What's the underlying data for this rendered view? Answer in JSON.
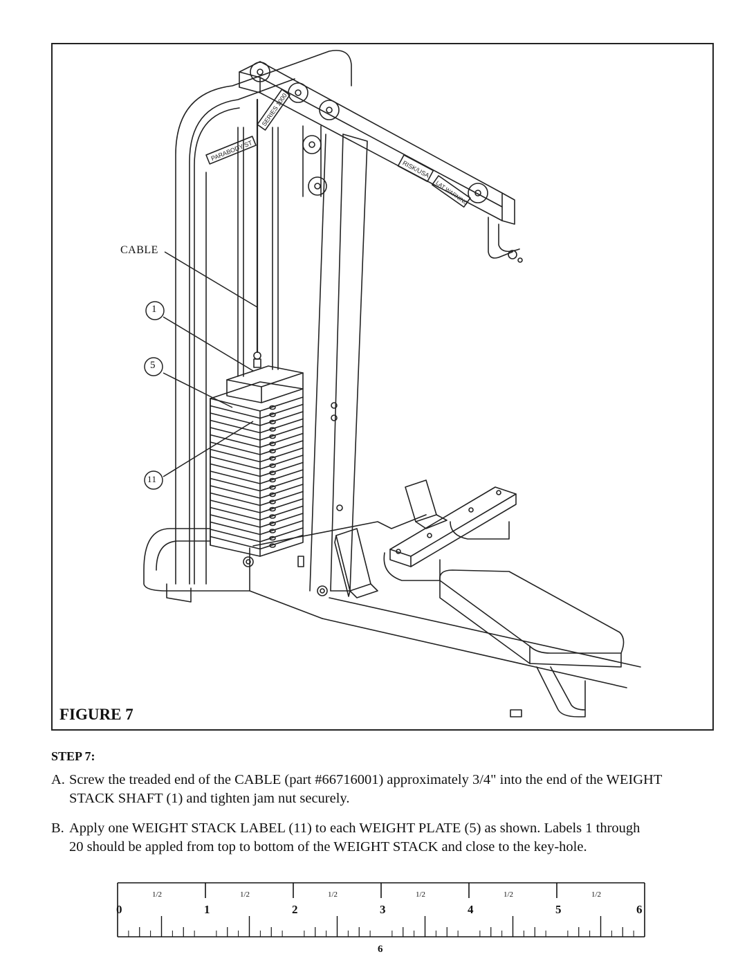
{
  "figure": {
    "caption": "FIGURE 7",
    "callouts": {
      "cable": "CABLE",
      "part_1": "1",
      "part_5": "5",
      "part_11": "11"
    },
    "frame_labels": [
      "PARABODY ST",
      "SERIES 1000",
      "RISK/USA",
      "LAT WARNING"
    ]
  },
  "step": {
    "heading": "STEP 7:",
    "items": [
      {
        "letter": "A.",
        "line1": "Screw the treaded end of the CABLE (part #66716001) approximately 3/4\" into the end of the WEIGHT",
        "line2": "STACK SHAFT (1) and tighten jam nut securely."
      },
      {
        "letter": "B.",
        "line1": "Apply one WEIGHT STACK LABEL (11) to each WEIGHT PLATE (5) as shown. Labels 1 through",
        "line2": "20 should be appled from top to bottom of the WEIGHT STACK and close to the key-hole."
      }
    ]
  },
  "ruler": {
    "numbers": [
      "0",
      "1",
      "2",
      "3",
      "4",
      "5",
      "6"
    ],
    "half_label": "1/2",
    "bottom_label": "6"
  }
}
